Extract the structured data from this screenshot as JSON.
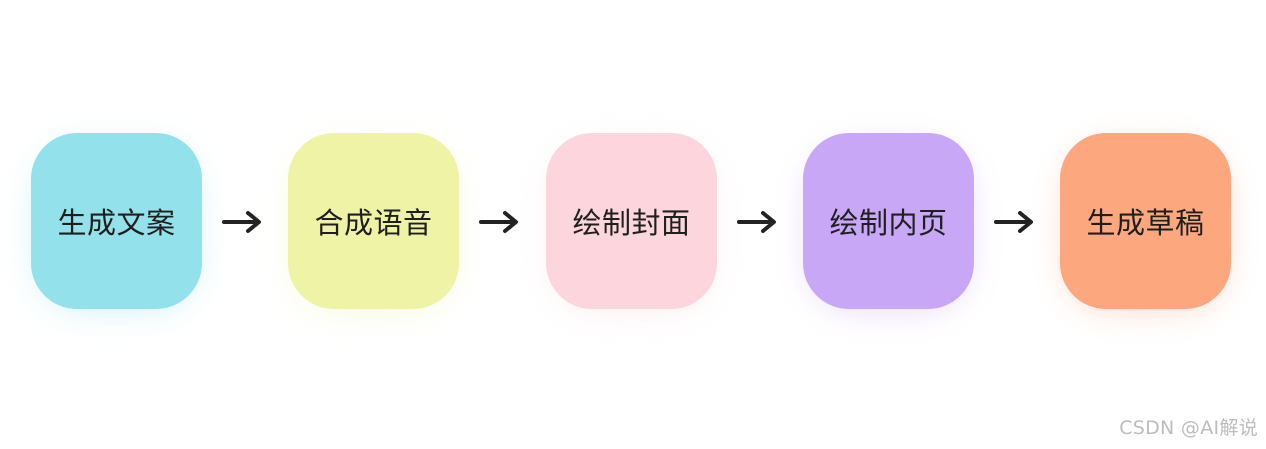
{
  "flow": {
    "steps": [
      {
        "label": "生成文案",
        "color": "#93E1EA"
      },
      {
        "label": "合成语音",
        "color": "#EEF3A6"
      },
      {
        "label": "绘制封面",
        "color": "#FCD6DC"
      },
      {
        "label": "绘制内页",
        "color": "#C8A7F7"
      },
      {
        "label": "生成草稿",
        "color": "#FDA77F"
      }
    ],
    "arrow_color": "#222222",
    "arrow_icon": "arrow-right-icon"
  },
  "watermark": {
    "text": "CSDN @AI解说"
  }
}
